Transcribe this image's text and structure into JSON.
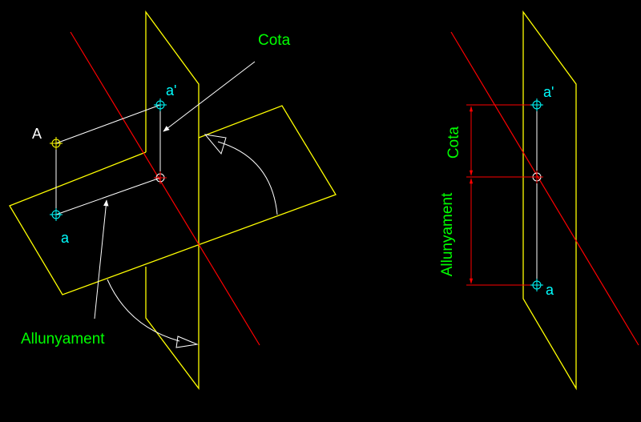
{
  "colors": {
    "background": "#000000",
    "plane": "#ffff00",
    "red_line": "#ff0000",
    "annotation": "#00ff00",
    "point_marker": "#00ffff",
    "leader": "#ffffff"
  },
  "left_view": {
    "label_cota": "Cota",
    "label_allunyament": "Allunyament",
    "point_space": "A",
    "point_vertical": "a'",
    "point_horizontal": "a"
  },
  "right_view": {
    "label_cota": "Cota",
    "label_allunyament": "Allunyament",
    "point_vertical": "a'",
    "point_horizontal": "a"
  }
}
